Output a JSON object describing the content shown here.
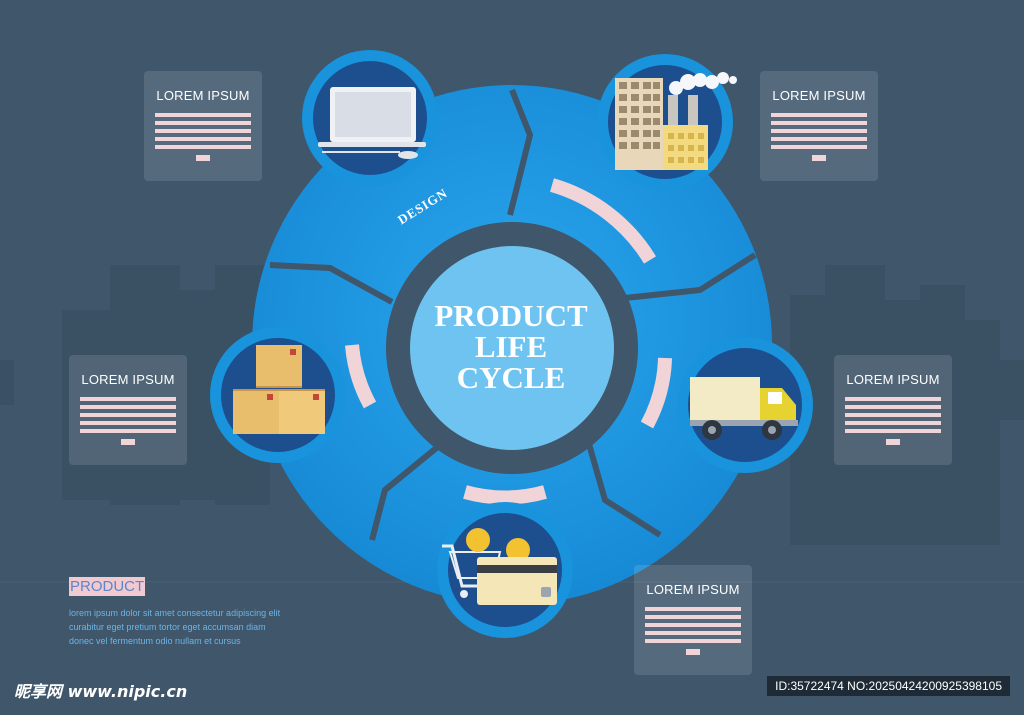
{
  "title": {
    "lines": [
      "PRODUCT",
      "LIFE",
      "CYCLE"
    ]
  },
  "stages": [
    {
      "name": "laptop",
      "label": "DESIGN"
    },
    {
      "name": "factory",
      "label": ""
    },
    {
      "name": "truck",
      "label": ""
    },
    {
      "name": "cart",
      "label": ""
    },
    {
      "name": "boxes",
      "label": ""
    }
  ],
  "cards": [
    {
      "title": "LOREM IPSUM"
    },
    {
      "title": "LOREM IPSUM"
    },
    {
      "title": "LOREM IPSUM"
    },
    {
      "title": "LOREM IPSUM"
    },
    {
      "title": "LOREM IPSUM"
    }
  ],
  "product": {
    "label": "PRODUCT",
    "description": [
      "lorem ipsum dolor sit amet consectetur adipiscing elit",
      "curabitur eget pretium tortor eget accumsan diam",
      "donec vel fermentum odio nullam et cursus"
    ]
  },
  "watermark": {
    "site": "昵享网 www.nipic.cn",
    "id": "ID:35722474 NO:20250424200925398105"
  },
  "colors": {
    "background": "#3f566b",
    "ring": "#1893dc",
    "ring_light": "#2fa8ee",
    "center": "#6ec3f0",
    "icon_bg": "#1d4f8f",
    "accent": "#f1d4d7"
  }
}
